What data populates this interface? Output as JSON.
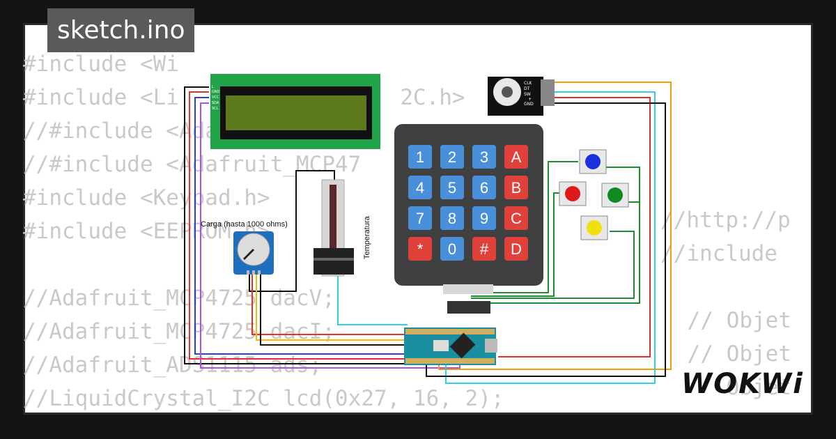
{
  "window": {
    "title": "sketch.ino"
  },
  "brand": {
    "logo_text": "WOKWi"
  },
  "code_lines": [
    "#include <Wi",
    "#include <Li                 2C.h>",
    "//#include <Adafruit_ADS1X",
    "//#include <Adafruit_MCP47",
    "#include <Keypad.h>",
    "#include <EEPROM.h>",
    "",
    "//Adafruit_MCP4725 dacV;",
    "//Adafruit_MCP4725 dacI;",
    "//Adafruit_ADS1115 ads;",
    "//LiquidCrystal_I2C lcd(0x27, 16, 2);"
  ],
  "code_right_lines": [
    "//http://p",
    "//include",
    "",
    " // Objet",
    " // Objet",
    "    Objet"
  ],
  "circuit": {
    "lcd_pins": [
      "L",
      "GND",
      "VCC",
      "SDA",
      "SCL"
    ],
    "encoder_pins": [
      "CLK",
      "DT",
      "SW",
      "+",
      "GND"
    ],
    "keypad_keys": [
      "1",
      "2",
      "3",
      "A",
      "4",
      "5",
      "6",
      "B",
      "7",
      "8",
      "9",
      "C",
      "*",
      "0",
      "#",
      "D"
    ],
    "pot_label": "Carga (hasta 1000 ohms)",
    "slider_label": "Temperatura",
    "colors": {
      "key_blue": "#4a8fd9",
      "key_red": "#e0413a",
      "lcd_green": "#22a34a",
      "lcd_screen": "#5c7a1a",
      "pot_blue": "#1f6fbf",
      "nano_teal": "#1a8fa0"
    }
  }
}
